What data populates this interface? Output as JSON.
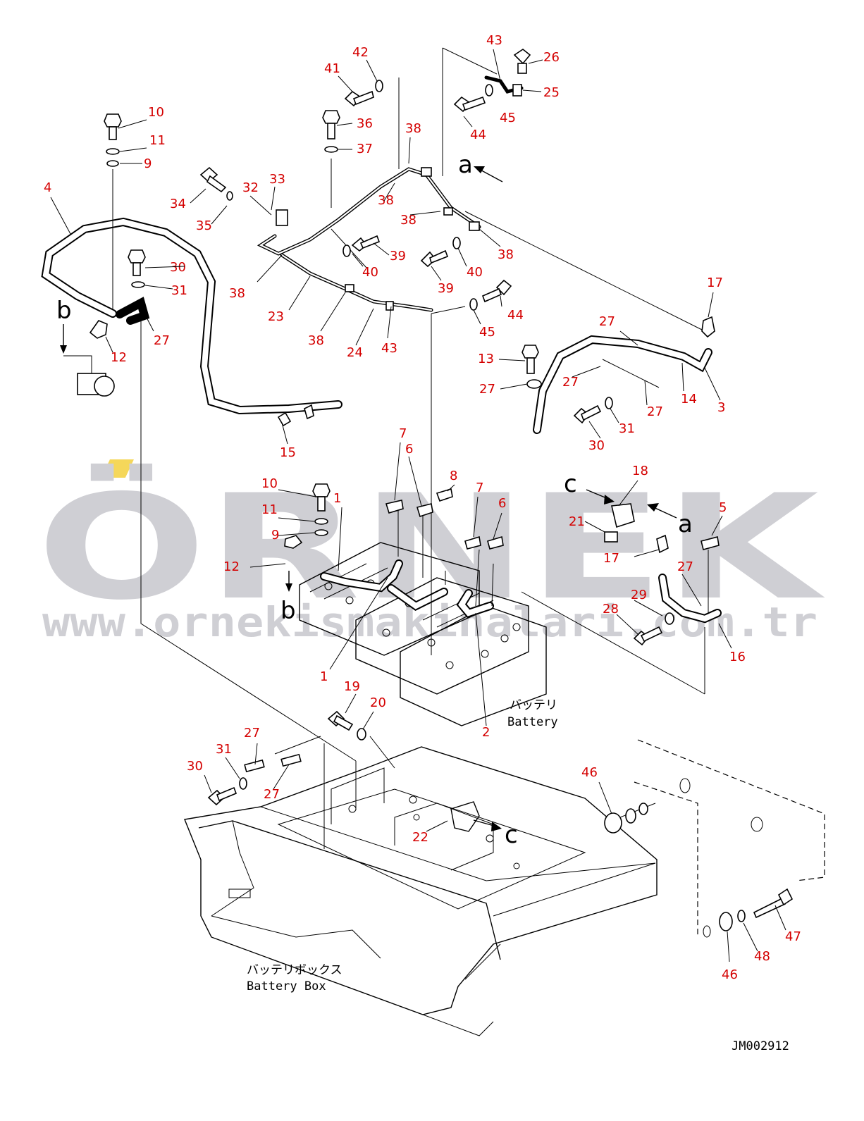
{
  "watermark": {
    "brand": "ÖRNEK",
    "url": "www.ornekismakinalari.com.tr",
    "accent_color": "#f5d75a",
    "text_color": "#cfcfd4"
  },
  "labels": {
    "battery_jp": "バッテリ",
    "battery_en": "Battery",
    "battery_box_jp": "バッテリボックス",
    "battery_box_en": "Battery Box",
    "drawing_code": "JM002912"
  },
  "view_markers": {
    "a_top": "a",
    "a_mid": "a",
    "b_left": "b",
    "b_mid": "b",
    "c_top": "c",
    "c_bottom": "c"
  },
  "callouts": [
    {
      "id": "c43a",
      "text": "43"
    },
    {
      "id": "c42",
      "text": "42"
    },
    {
      "id": "c26",
      "text": "26"
    },
    {
      "id": "c41",
      "text": "41"
    },
    {
      "id": "c25",
      "text": "25"
    },
    {
      "id": "c10a",
      "text": "10"
    },
    {
      "id": "c45a",
      "text": "45"
    },
    {
      "id": "c44a",
      "text": "44"
    },
    {
      "id": "c36",
      "text": "36"
    },
    {
      "id": "c38a",
      "text": "38"
    },
    {
      "id": "c11a",
      "text": "11"
    },
    {
      "id": "c37",
      "text": "37"
    },
    {
      "id": "c9a",
      "text": "9"
    },
    {
      "id": "c33",
      "text": "33"
    },
    {
      "id": "c4",
      "text": "4"
    },
    {
      "id": "c32",
      "text": "32"
    },
    {
      "id": "c38b",
      "text": "38"
    },
    {
      "id": "c34",
      "text": "34"
    },
    {
      "id": "c38c",
      "text": "38"
    },
    {
      "id": "c35",
      "text": "35"
    },
    {
      "id": "c39a",
      "text": "39"
    },
    {
      "id": "c38d",
      "text": "38"
    },
    {
      "id": "c30a",
      "text": "30"
    },
    {
      "id": "c40a",
      "text": "40"
    },
    {
      "id": "c40b",
      "text": "40"
    },
    {
      "id": "c31a",
      "text": "31"
    },
    {
      "id": "c38e",
      "text": "38"
    },
    {
      "id": "c39b",
      "text": "39"
    },
    {
      "id": "c17a",
      "text": "17"
    },
    {
      "id": "c23",
      "text": "23"
    },
    {
      "id": "c44b",
      "text": "44"
    },
    {
      "id": "c27a",
      "text": "27"
    },
    {
      "id": "c27b",
      "text": "27"
    },
    {
      "id": "c45b",
      "text": "45"
    },
    {
      "id": "c38f",
      "text": "38"
    },
    {
      "id": "c12a",
      "text": "12"
    },
    {
      "id": "c24",
      "text": "24"
    },
    {
      "id": "c43b",
      "text": "43"
    },
    {
      "id": "c13",
      "text": "13"
    },
    {
      "id": "c27c",
      "text": "27"
    },
    {
      "id": "c27d",
      "text": "27"
    },
    {
      "id": "c14",
      "text": "14"
    },
    {
      "id": "c3",
      "text": "3"
    },
    {
      "id": "c27e",
      "text": "27"
    },
    {
      "id": "c31b",
      "text": "31"
    },
    {
      "id": "c15",
      "text": "15"
    },
    {
      "id": "c30b",
      "text": "30"
    },
    {
      "id": "c7a",
      "text": "7"
    },
    {
      "id": "c6a",
      "text": "6"
    },
    {
      "id": "c18",
      "text": "18"
    },
    {
      "id": "c8",
      "text": "8"
    },
    {
      "id": "c10b",
      "text": "10"
    },
    {
      "id": "c1a",
      "text": "1"
    },
    {
      "id": "c7b",
      "text": "7"
    },
    {
      "id": "c5",
      "text": "5"
    },
    {
      "id": "c11b",
      "text": "11"
    },
    {
      "id": "c6b",
      "text": "6"
    },
    {
      "id": "c9b",
      "text": "9"
    },
    {
      "id": "c21",
      "text": "21"
    },
    {
      "id": "c17b",
      "text": "17"
    },
    {
      "id": "c27f",
      "text": "27"
    },
    {
      "id": "c12b",
      "text": "12"
    },
    {
      "id": "c29",
      "text": "29"
    },
    {
      "id": "c28",
      "text": "28"
    },
    {
      "id": "c16",
      "text": "16"
    },
    {
      "id": "c1b",
      "text": "1"
    },
    {
      "id": "c19",
      "text": "19"
    },
    {
      "id": "c20",
      "text": "20"
    },
    {
      "id": "c2",
      "text": "2"
    },
    {
      "id": "c27g",
      "text": "27"
    },
    {
      "id": "c31c",
      "text": "31"
    },
    {
      "id": "c30c",
      "text": "30"
    },
    {
      "id": "c27h",
      "text": "27"
    },
    {
      "id": "c46a",
      "text": "46"
    },
    {
      "id": "c22",
      "text": "22"
    },
    {
      "id": "c47",
      "text": "47"
    },
    {
      "id": "c48",
      "text": "48"
    },
    {
      "id": "c46b",
      "text": "46"
    }
  ]
}
